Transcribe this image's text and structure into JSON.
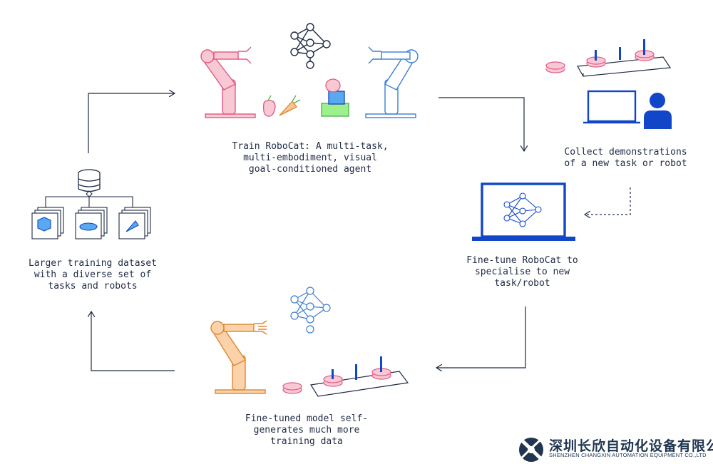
{
  "captions": {
    "train": "Train RoboCat: A multi-task,\nmulti-embodiment, visual\ngoal-conditioned agent",
    "collect": "Collect demonstrations\nof a new task or robot",
    "finetune": "Fine-tune RoboCat to\nspecialise to new\ntask/robot",
    "selfgen": "Fine-tuned model self-\ngenerates much more\ntraining data",
    "dataset": "Larger training dataset\nwith a diverse set of\ntasks and robots"
  },
  "logo": {
    "chinese": "深圳长欣自动化设备有限公司",
    "english": "SHENZHEN CHANGXIN AUTOMATION EQUIPMENT CO.,LTD"
  },
  "colors": {
    "navy": "#1f2a44",
    "blue": "#1246c8",
    "pink_arm": "#f08fa8",
    "orange_arm": "#f5b27a",
    "light_blue": "#7ab0e0",
    "green": "#8fe07a",
    "logo": "#1f3550"
  },
  "icons": [
    "neural-network-icon",
    "robot-arm-icon",
    "database-icon",
    "laptop-icon",
    "person-icon",
    "gear-icon",
    "block-icon",
    "carrot-icon",
    "pepper-icon"
  ]
}
